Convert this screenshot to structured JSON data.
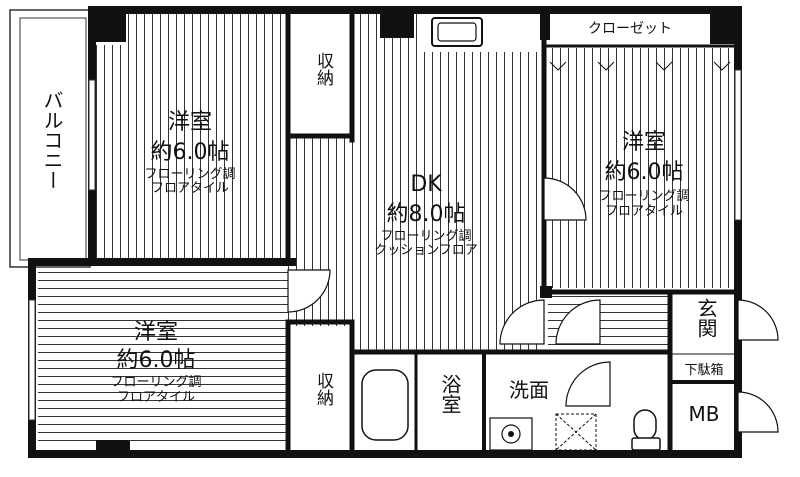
{
  "rooms": {
    "western1": {
      "name": "洋室",
      "size": "約6.0帖",
      "floor_line1": "フローリング調",
      "floor_line2": "フロアタイル"
    },
    "western2": {
      "name": "洋室",
      "size": "約6.0帖",
      "floor_line1": "フローリング調",
      "floor_line2": "フロアタイル"
    },
    "western3": {
      "name": "洋室",
      "size": "約6.0帖",
      "floor_line1": "フローリング調",
      "floor_line2": "フロアタイル"
    },
    "dk": {
      "name": "DK",
      "size": "約8.0帖",
      "floor_line1": "フローリング調",
      "floor_line2": "クッションフロア"
    },
    "balcony": "バルコニー",
    "closet": "クローゼット",
    "storage_top": "収納",
    "storage_bottom": "収納",
    "bath": "浴室",
    "washroom": "洗面",
    "entrance": "玄関",
    "shoe_box": "下駄箱",
    "mb": "MB"
  }
}
